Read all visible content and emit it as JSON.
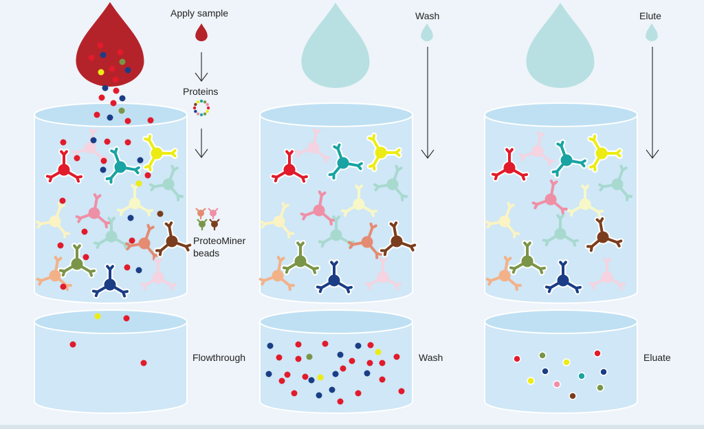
{
  "labels": {
    "apply_sample": "Apply sample",
    "proteins": "Proteins",
    "beads_line1": "ProteoMiner",
    "beads_line2": "beads",
    "wash_top": "Wash",
    "elute_top": "Elute",
    "flowthrough": "Flowthrough",
    "wash_bottom": "Wash",
    "eluate": "Eluate"
  },
  "colors": {
    "background": "#eef4f9",
    "column_fill": "#cfe7f6",
    "column_rim": "#bfe0f3",
    "column_stroke": "#ffffff",
    "sample_drop": "#b5232a",
    "buffer_drop": "#b8e0e2",
    "red": "#e11b2b",
    "navy": "#1b3d86",
    "yellow": "#ecec14",
    "olive": "#7a9548",
    "teal": "#1aa3a3",
    "pink": "#ef8fa6",
    "brown": "#7a3e1e",
    "peach": "#f3b188",
    "cream": "#fbf3c3",
    "lightpink": "#f5d3e0",
    "mint": "#a8d9cf",
    "salmon": "#e48b72",
    "lightyellow": "#f8f7c8"
  }
}
